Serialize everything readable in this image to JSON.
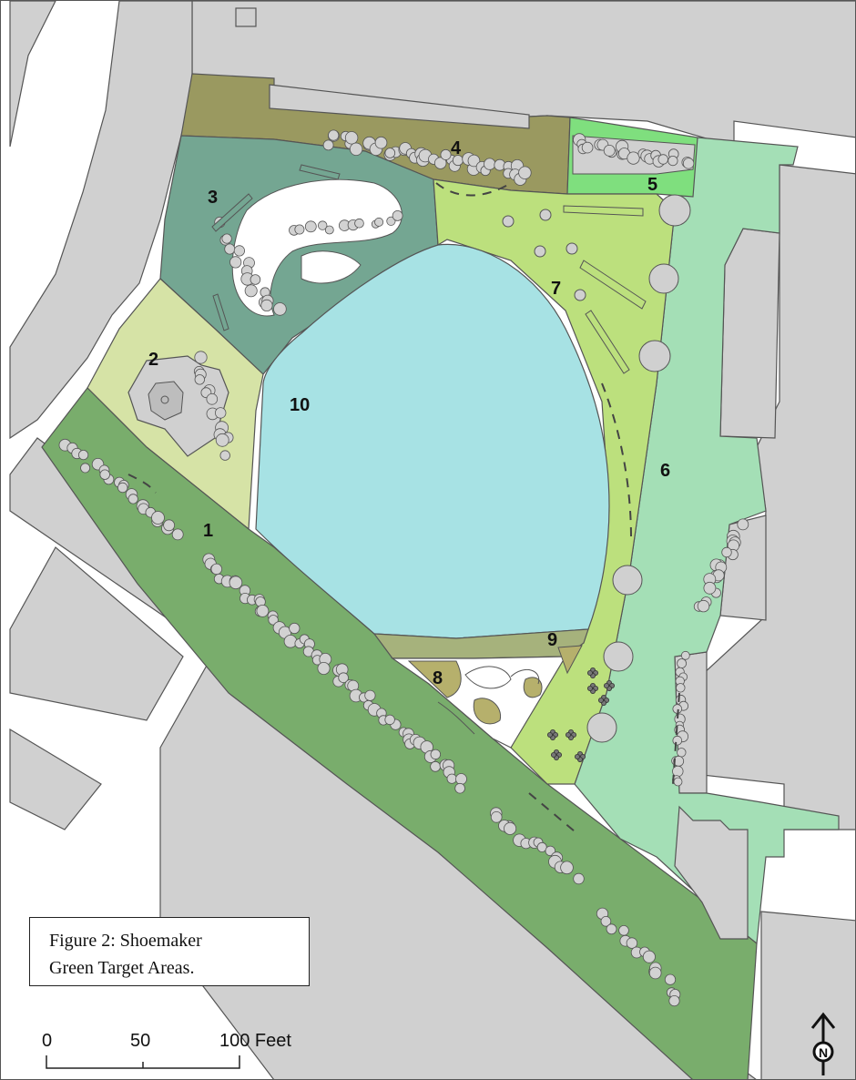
{
  "figure": {
    "caption_line1": "Figure 2: Shoemaker",
    "caption_line2": "Green Target Areas."
  },
  "areas": [
    {
      "id": "1",
      "label": "1",
      "color": "#79ad6c"
    },
    {
      "id": "2",
      "label": "2",
      "color": "#d6e3a6"
    },
    {
      "id": "3",
      "label": "3",
      "color": "#74a692"
    },
    {
      "id": "4",
      "label": "4",
      "color": "#9a9960"
    },
    {
      "id": "5",
      "label": "5",
      "color": "#7fdf7e"
    },
    {
      "id": "6",
      "label": "6",
      "color": "#a4dfb6"
    },
    {
      "id": "7",
      "label": "7",
      "color": "#bce07d"
    },
    {
      "id": "8",
      "label": "8",
      "color": "#b6b06c"
    },
    {
      "id": "9",
      "label": "9",
      "color": "#a6b27c"
    },
    {
      "id": "10",
      "label": "10",
      "color": "#a7e2e4"
    }
  ],
  "scale_bar": {
    "ticks": [
      "0",
      "50",
      "100 Feet"
    ]
  },
  "north_arrow": {
    "letter": "N"
  },
  "colors": {
    "building": "#d0d0d0",
    "outline": "#555555",
    "tree": "#d2d2d2"
  }
}
